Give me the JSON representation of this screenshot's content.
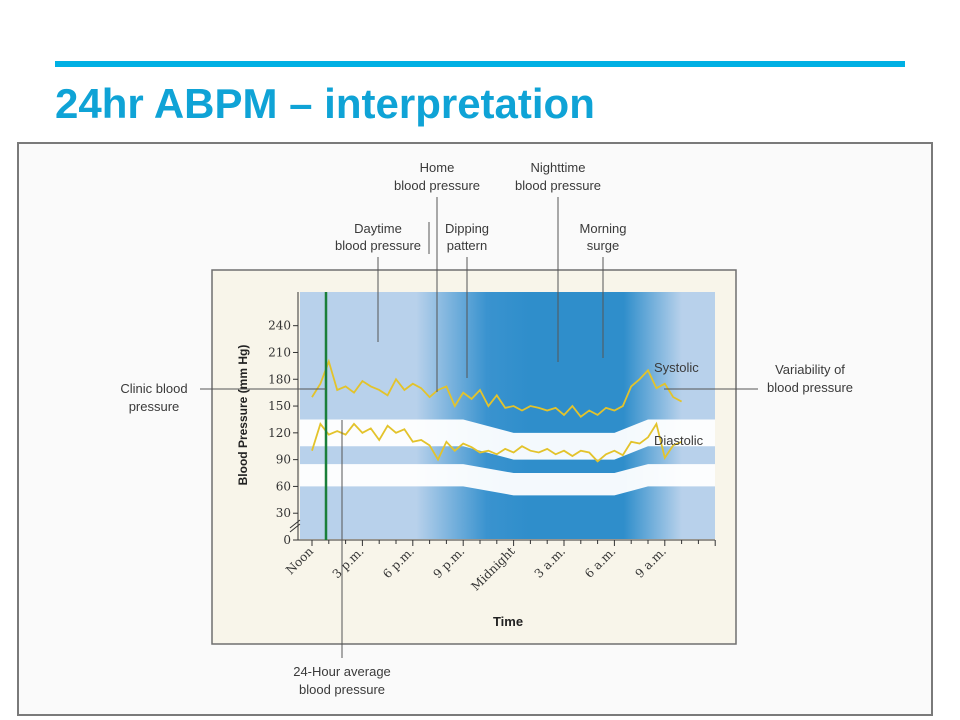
{
  "slide": {
    "title": "24hr ABPM – interpretation"
  },
  "accent_color": "#00b0e4",
  "colors": {
    "systolic_line": "#e3c32b",
    "clinic_line": "#1a7f3a",
    "band_light": "#b8d1eb",
    "band_dark": "#2f8ecb",
    "panel_bg": "#f8f5ea"
  },
  "callouts": {
    "home": [
      "Home",
      "blood pressure"
    ],
    "nighttime": [
      "Nighttime",
      "blood pressure"
    ],
    "daytime": [
      "Daytime",
      "blood pressure"
    ],
    "dipping": [
      "Dipping",
      "pattern"
    ],
    "morning": [
      "Morning",
      "surge"
    ],
    "clinic": [
      "Clinic blood",
      "pressure"
    ],
    "variability": [
      "Variability of",
      "blood pressure"
    ],
    "average": [
      "24-Hour average",
      "blood pressure"
    ]
  },
  "series_labels": {
    "systolic": "Systolic",
    "diastolic": "Diastolic"
  },
  "chart_data": {
    "type": "line",
    "ylabel": "Blood Pressure (mm Hg)",
    "xlabel": "Time",
    "yticks": [
      0,
      30,
      60,
      90,
      120,
      150,
      180,
      210,
      240
    ],
    "xtick_labels": [
      "Noon",
      "3 p.m.",
      "6 p.m.",
      "9 p.m.",
      "Midnight",
      "3 a.m.",
      "6 a.m.",
      "9 a.m."
    ],
    "ylim": [
      0,
      240
    ],
    "x_hours_from_noon": [
      0,
      0.5,
      1,
      1.5,
      2,
      2.5,
      3,
      3.5,
      4,
      4.5,
      5,
      5.5,
      6,
      6.5,
      7,
      7.5,
      8,
      8.5,
      9,
      9.5,
      10,
      10.5,
      11,
      11.5,
      12,
      12.5,
      13,
      13.5,
      14,
      14.5,
      15,
      15.5,
      16,
      16.5,
      17,
      17.5,
      18,
      18.5,
      19,
      19.5,
      20,
      20.5,
      21,
      21.5,
      22
    ],
    "series": [
      {
        "name": "Systolic",
        "values": [
          160,
          175,
          200,
          168,
          172,
          165,
          178,
          172,
          168,
          162,
          180,
          168,
          175,
          170,
          160,
          168,
          172,
          150,
          165,
          158,
          168,
          150,
          162,
          148,
          150,
          145,
          150,
          148,
          145,
          148,
          140,
          150,
          138,
          145,
          140,
          148,
          145,
          150,
          172,
          180,
          190,
          170,
          175,
          160,
          155
        ]
      },
      {
        "name": "Diastolic",
        "values": [
          100,
          130,
          118,
          122,
          118,
          130,
          120,
          125,
          112,
          128,
          120,
          124,
          110,
          112,
          106,
          90,
          110,
          100,
          108,
          104,
          98,
          100,
          96,
          102,
          98,
          105,
          100,
          98,
          102,
          96,
          100,
          94,
          100,
          98,
          88,
          96,
          100,
          95,
          110,
          108,
          115,
          130,
          92,
          106,
          110
        ]
      }
    ],
    "clinic_bp_hours_from_noon": 0,
    "grid": false
  }
}
